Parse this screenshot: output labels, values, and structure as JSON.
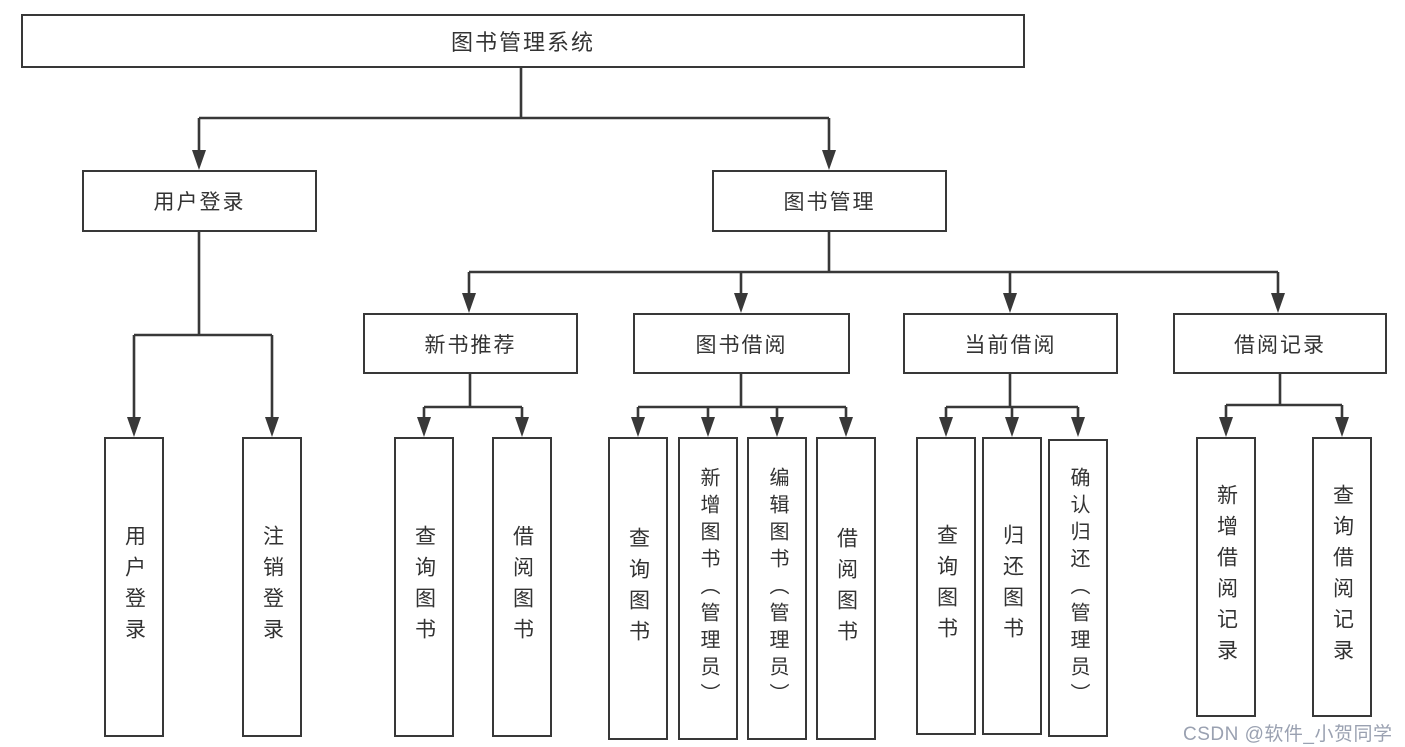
{
  "diagram_type": "hierarchy-tree",
  "colors": {
    "line": "#383838",
    "box_border": "#383838",
    "box_background": "#ffffff",
    "text": "#333333",
    "watermark": "#9aa1b1"
  },
  "nodes": {
    "root": "图书管理系统",
    "level2": [
      {
        "label": "用户登录"
      },
      {
        "label": "图书管理"
      }
    ],
    "level3": [
      {
        "label": "新书推荐"
      },
      {
        "label": "图书借阅"
      },
      {
        "label": "当前借阅"
      },
      {
        "label": "借阅记录"
      }
    ],
    "leaves": {
      "user_login": [
        "用户登录",
        "注销登录"
      ],
      "new_book": [
        "查询图书",
        "借阅图书"
      ],
      "book_borrow": [
        "查询图书",
        "新增图书（管理员）",
        "编辑图书（管理员）",
        "借阅图书"
      ],
      "current_borrow": [
        "查询图书",
        "归还图书",
        "确认归还（管理员）"
      ],
      "records": [
        "新增借阅记录",
        "查询借阅记录"
      ]
    }
  },
  "watermark": {
    "text": "CSDN @软件_小贺同学"
  }
}
